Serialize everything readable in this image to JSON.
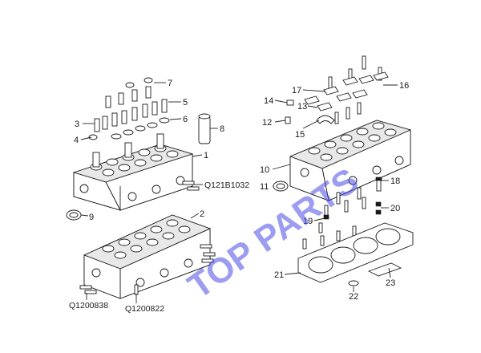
{
  "watermark": "TOP PARTS",
  "callouts": {
    "c1": "1",
    "c2": "2",
    "c3": "3",
    "c4": "4",
    "c5": "5",
    "c6": "6",
    "c7": "7",
    "c8": "8",
    "c9": "9",
    "c10": "10",
    "c11": "11",
    "c12": "12",
    "c13": "13",
    "c14": "14",
    "c15": "15",
    "c16": "16",
    "c17": "17",
    "c18": "18",
    "c19": "19",
    "c20": "20",
    "c21": "21",
    "c22": "22",
    "c23": "23"
  },
  "part_codes": {
    "q121b1032": "Q121B1032",
    "q1200838": "Q1200838",
    "q1200822": "Q1200822"
  }
}
